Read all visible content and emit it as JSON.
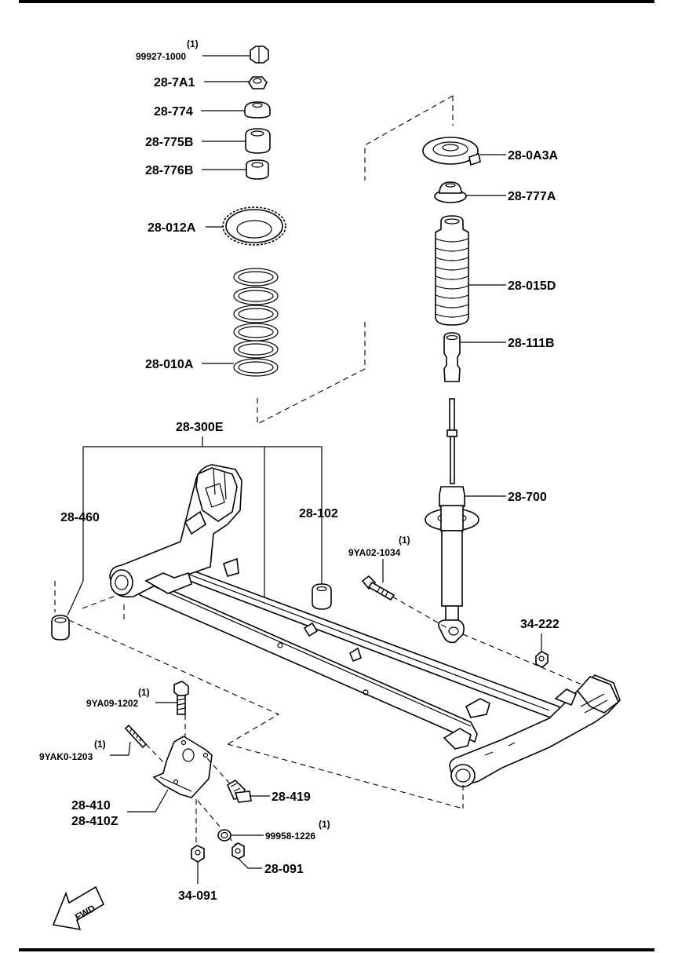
{
  "labels": {
    "nut_top": "99927-1000",
    "nut_top_qty": "(1)",
    "p28_7a1": "28-7A1",
    "p28_774": "28-774",
    "p28_775b": "28-775B",
    "p28_776b": "28-776B",
    "p28_012a": "28-012A",
    "p28_010a": "28-010A",
    "p28_0a3a": "28-0A3A",
    "p28_777a": "28-777A",
    "p28_015d": "28-015D",
    "p28_111b": "28-111B",
    "p28_300e": "28-300E",
    "p28_460": "28-460",
    "p28_102": "28-102",
    "p28_700": "28-700",
    "bolt_9ya02": "9YA02-1034",
    "bolt_9ya02_qty": "(1)",
    "p34_222": "34-222",
    "bolt_9ya09": "9YA09-1202",
    "bolt_9ya09_qty": "(1)",
    "bolt_9yak0": "9YAK0-1203",
    "bolt_9yak0_qty": "(1)",
    "p28_410": "28-410",
    "p28_410z": "28-410Z",
    "p28_419": "28-419",
    "washer_99958": "99958-1226",
    "washer_99958_qty": "(1)",
    "p28_091": "28-091",
    "p34_091": "34-091",
    "fwd": "FWD"
  }
}
